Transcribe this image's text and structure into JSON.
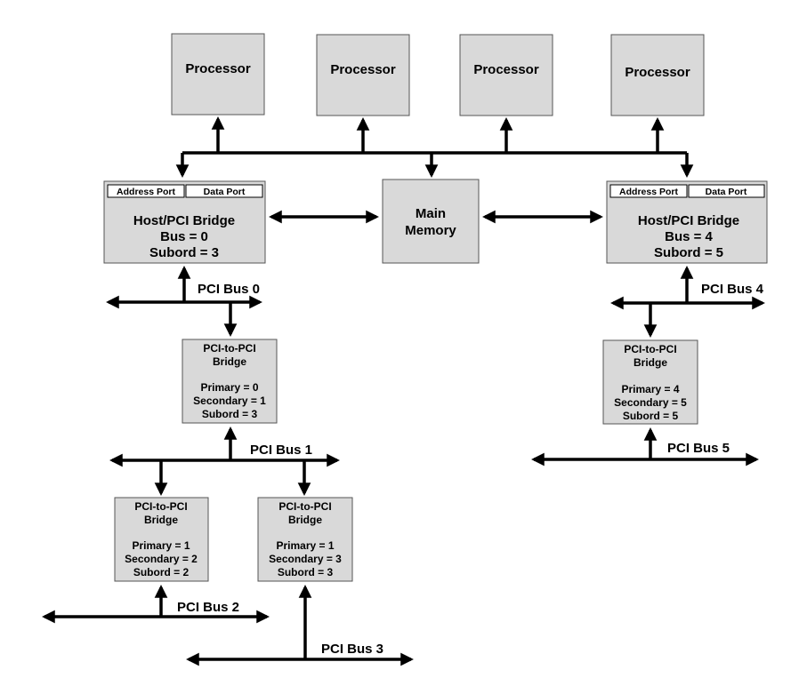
{
  "processors": [
    "Processor",
    "Processor",
    "Processor",
    "Processor"
  ],
  "host_bridges": [
    {
      "address_port": "Address Port",
      "data_port": "Data Port",
      "title": "Host/PCI Bridge",
      "bus": "Bus = 0",
      "subord": "Subord = 3"
    },
    {
      "address_port": "Address Port",
      "data_port": "Data Port",
      "title": "Host/PCI Bridge",
      "bus": "Bus = 4",
      "subord": "Subord = 5"
    }
  ],
  "main_memory": {
    "line1": "Main",
    "line2": "Memory"
  },
  "pci_bridges": [
    {
      "title1": "PCI-to-PCI",
      "title2": "Bridge",
      "primary": "Primary = 0",
      "secondary": "Secondary = 1",
      "subord": "Subord = 3"
    },
    {
      "title1": "PCI-to-PCI",
      "title2": "Bridge",
      "primary": "Primary = 1",
      "secondary": "Secondary = 2",
      "subord": "Subord = 2"
    },
    {
      "title1": "PCI-to-PCI",
      "title2": "Bridge",
      "primary": "Primary = 1",
      "secondary": "Secondary = 3",
      "subord": "Subord = 3"
    },
    {
      "title1": "PCI-to-PCI",
      "title2": "Bridge",
      "primary": "Primary = 4",
      "secondary": "Secondary = 5",
      "subord": "Subord = 5"
    }
  ],
  "buses": {
    "bus0": "PCI Bus 0",
    "bus1": "PCI Bus 1",
    "bus2": "PCI Bus 2",
    "bus3": "PCI Bus 3",
    "bus4": "PCI Bus 4",
    "bus5": "PCI Bus 5"
  }
}
